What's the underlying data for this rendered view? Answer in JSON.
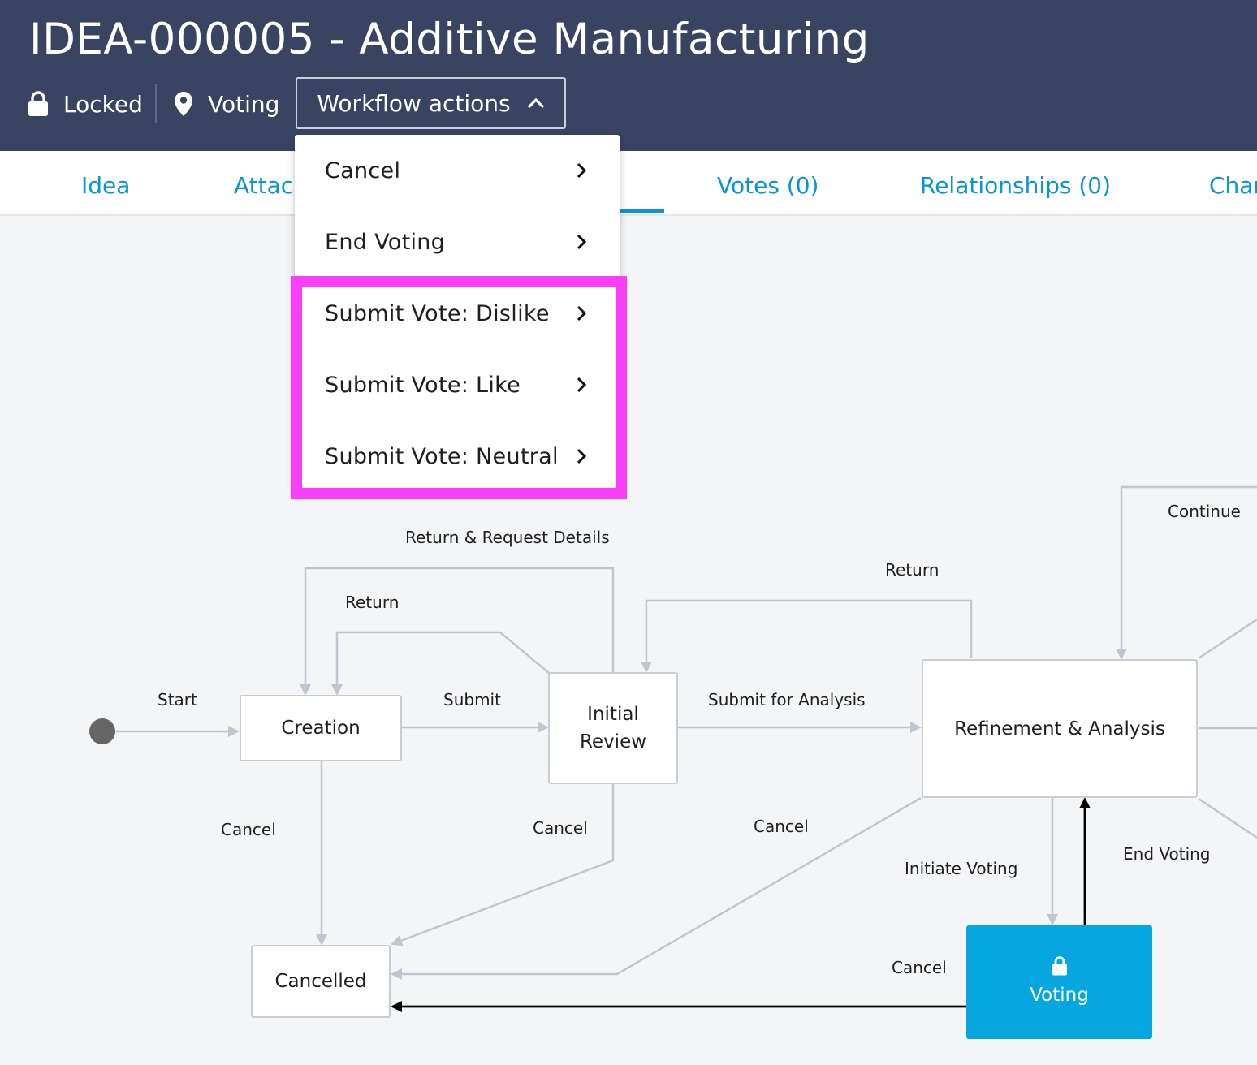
{
  "header": {
    "title": "IDEA-000005 - Additive Manufacturing",
    "lock_status": "Locked",
    "lock_icon": "lock-icon",
    "state": "Voting",
    "state_icon": "location-pin-icon",
    "workflow_button": "Workflow actions",
    "workflow_icon": "chevron-up-icon"
  },
  "tabs": [
    {
      "label": "Idea"
    },
    {
      "label": "Attach"
    },
    {
      "label": "Votes (0)"
    },
    {
      "label": "Relationships (0)"
    },
    {
      "label": "Char"
    }
  ],
  "workflow_menu": {
    "items": [
      {
        "label": "Cancel"
      },
      {
        "label": "End Voting"
      },
      {
        "label": "Submit Vote: Dislike"
      },
      {
        "label": "Submit Vote: Like"
      },
      {
        "label": "Submit Vote: Neutral"
      }
    ],
    "item_icon": "chevron-right-icon",
    "highlight_color": "#fb3ff8"
  },
  "diagram": {
    "nodes": {
      "creation": "Creation",
      "initial_review_line1": "Initial",
      "initial_review_line2": "Review",
      "refinement": "Refinement & Analysis",
      "cancelled": "Cancelled",
      "voting": "Voting"
    },
    "edges": {
      "start": "Start",
      "submit": "Submit",
      "return_request_details": "Return & Request Details",
      "return_initial": "Return",
      "submit_for_analysis": "Submit for Analysis",
      "return_refinement": "Return",
      "continue": "Continue",
      "cancel_creation": "Cancel",
      "cancel_review": "Cancel",
      "cancel_refinement": "Cancel",
      "initiate_voting": "Initiate Voting",
      "end_voting": "End Voting",
      "cancel_voting": "Cancel"
    },
    "colors": {
      "active_node": "#06a7e0",
      "edge": "#c0c6cf",
      "active_edge": "#000000"
    }
  }
}
